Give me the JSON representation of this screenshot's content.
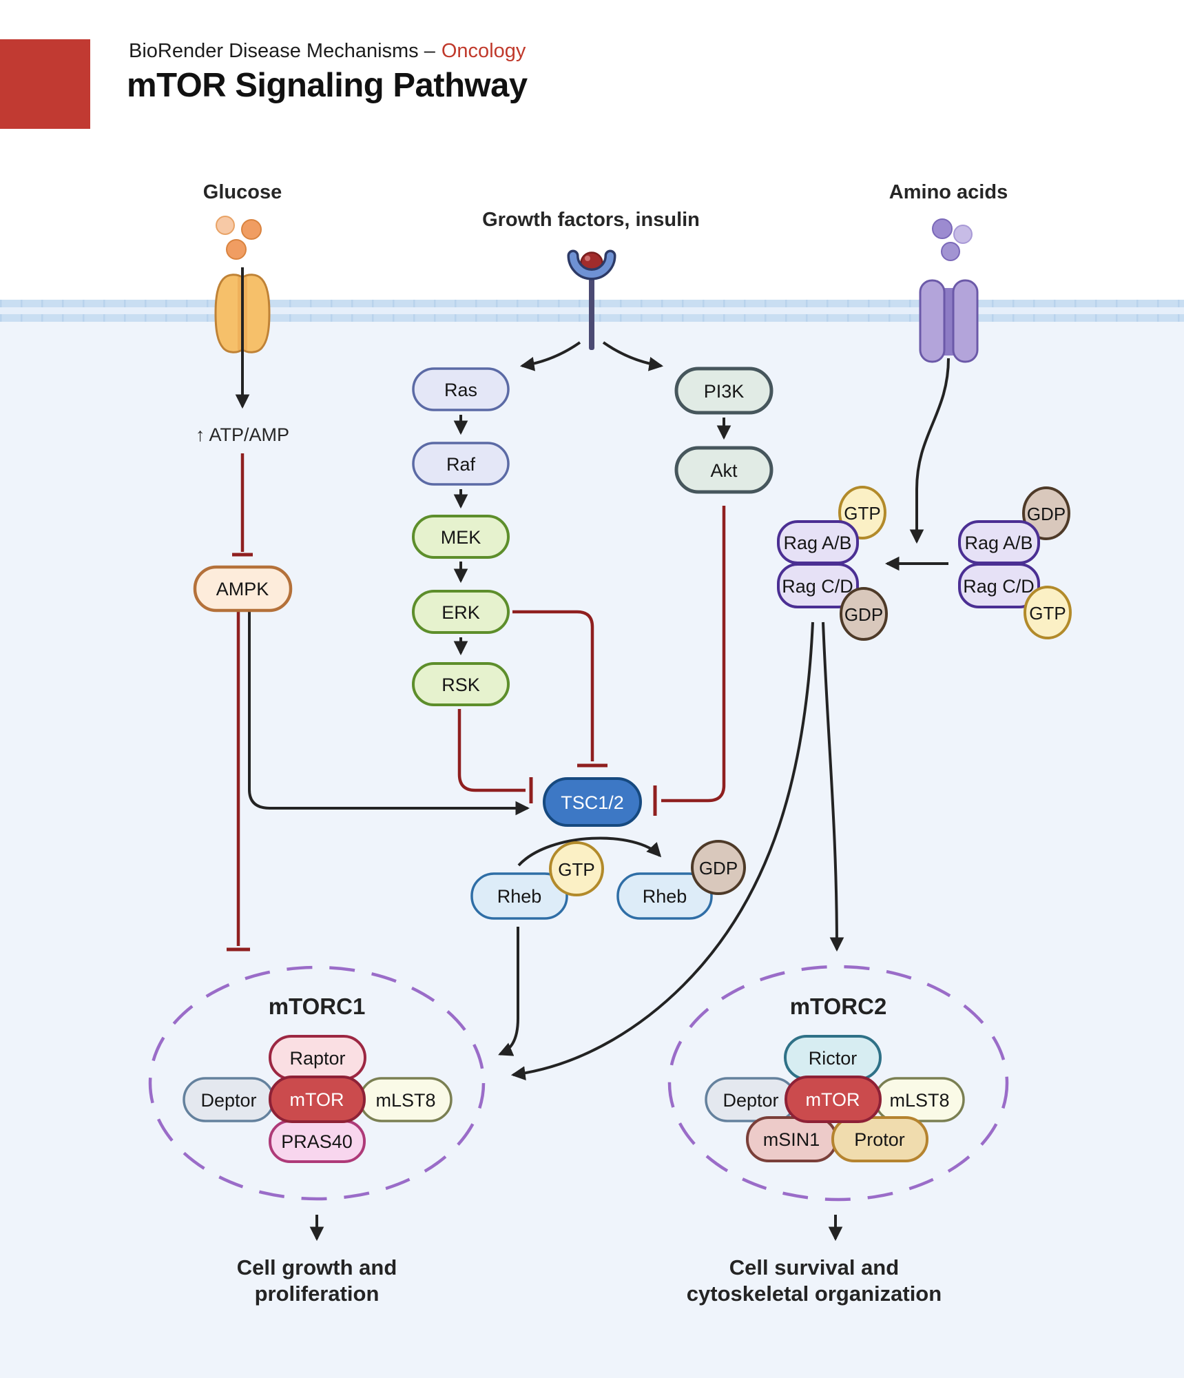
{
  "header": {
    "series": "BioRender Disease Mechanisms –",
    "series_highlight": "Oncology",
    "title": "mTOR Signaling Pathway"
  },
  "inputs": {
    "glucose": "Glucose",
    "growth_factors": "Growth factors, insulin",
    "amino_acids": "Amino acids",
    "atp_amp": "↑ ATP/AMP"
  },
  "nodes": {
    "ras": "Ras",
    "raf": "Raf",
    "mek": "MEK",
    "erk": "ERK",
    "rsk": "RSK",
    "pi3k": "PI3K",
    "akt": "Akt",
    "ampk": "AMPK",
    "tsc": "TSC1/2",
    "rheb": "Rheb",
    "gtp": "GTP",
    "gdp": "GDP",
    "rag_ab": "Rag A/B",
    "rag_cd": "Rag C/D"
  },
  "mtorc1": {
    "title": "mTORC1",
    "raptor": "Raptor",
    "deptor": "Deptor",
    "mtor": "mTOR",
    "mlst8": "mLST8",
    "pras40": "PRAS40",
    "outcome_line1": "Cell growth and",
    "outcome_line2": "proliferation"
  },
  "mtorc2": {
    "title": "mTORC2",
    "rictor": "Rictor",
    "deptor": "Deptor",
    "mtor": "mTOR",
    "mlst8": "mLST8",
    "msin1": "mSIN1",
    "protor": "Protor",
    "outcome_line1": "Cell survival and",
    "outcome_line2": "cytoskeletal organization"
  },
  "colors": {
    "accent_red": "#c13a32",
    "oncology_red": "#c0392b",
    "inhibition_red": "#8f1f1f",
    "activation_black": "#232323",
    "membrane_blue": "#c9def2",
    "cytoplasm_blue": "#eff4fb",
    "complex_dash_purple": "#9a6cc8",
    "tsc_blue": "#3d78c5",
    "mtor_red": "#cb4b4d"
  }
}
